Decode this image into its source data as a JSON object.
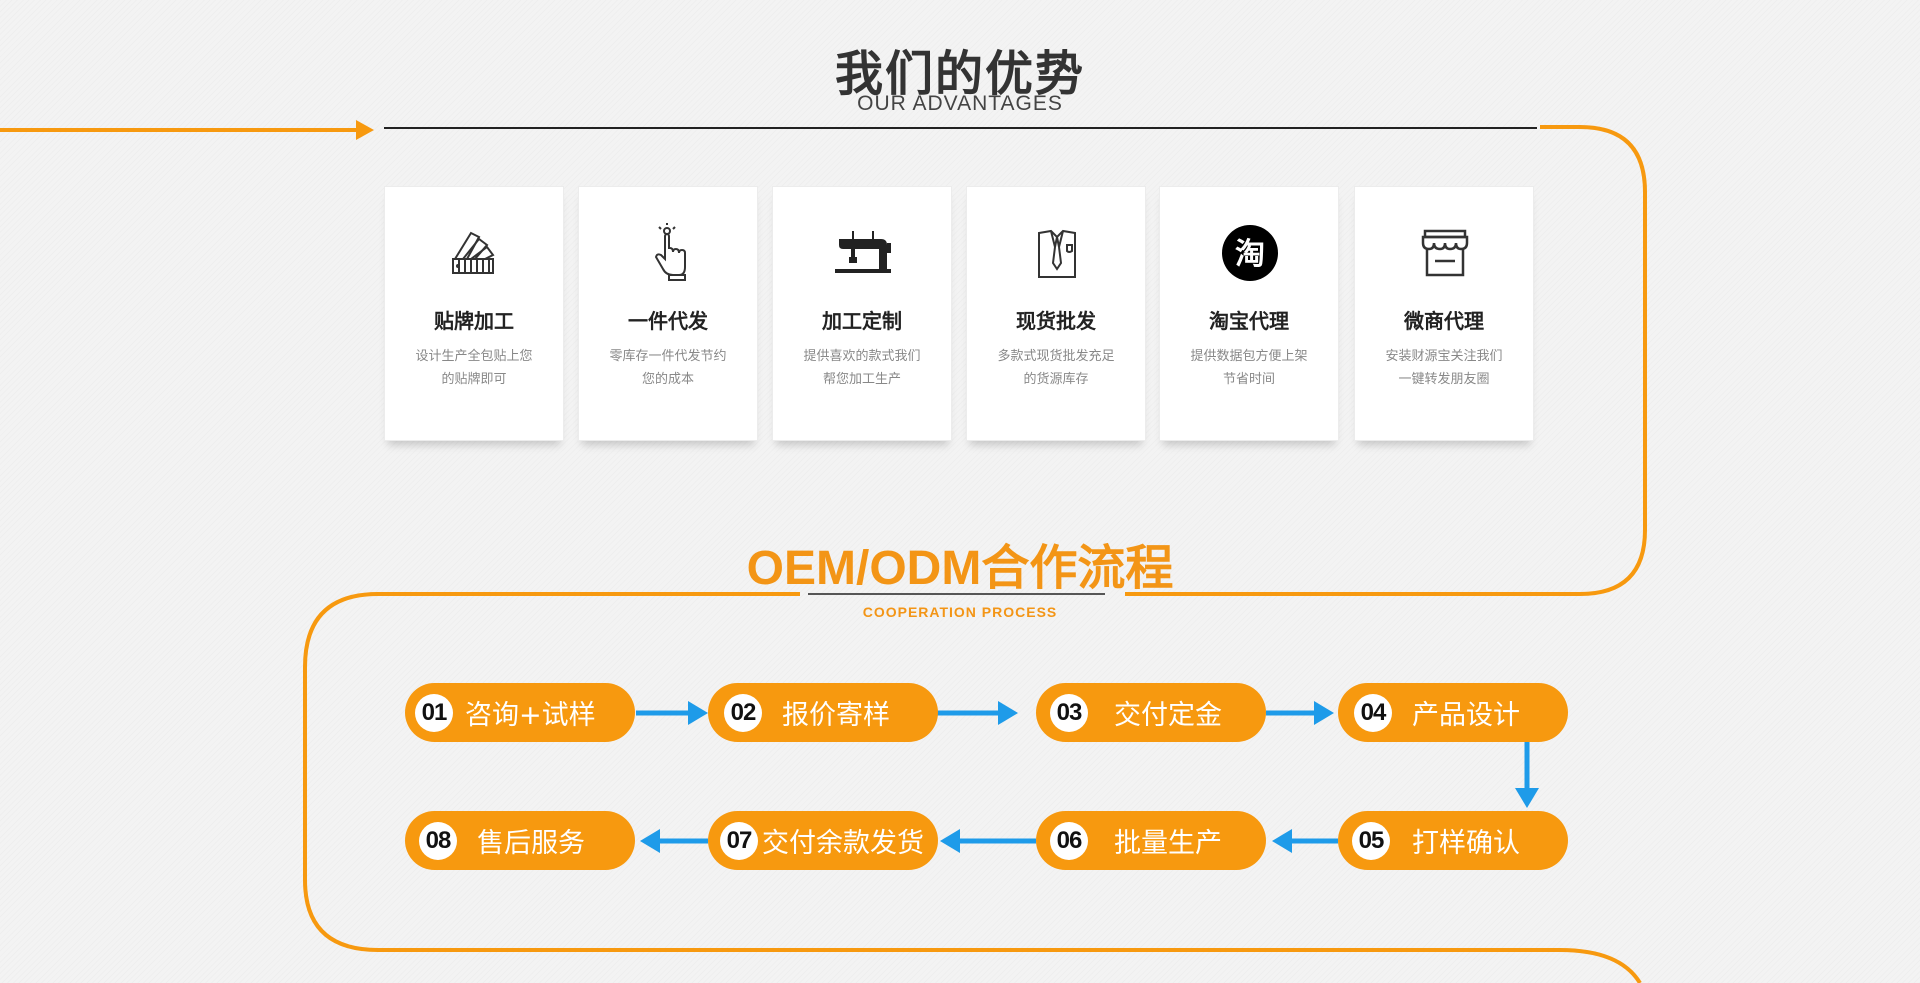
{
  "advantages": {
    "title": "我们的优势",
    "subtitle": "OUR ADVANTAGES",
    "items": [
      {
        "icon": "color-swatch-icon",
        "title": "贴牌加工",
        "desc": "设计生产全包贴上您的贴牌即可"
      },
      {
        "icon": "hand-pointer-icon",
        "title": "一件代发",
        "desc": "零库存一件代发节约您的成本"
      },
      {
        "icon": "sewing-machine-icon",
        "title": "加工定制",
        "desc": "提供喜欢的款式我们帮您加工生产"
      },
      {
        "icon": "shirt-icon",
        "title": "现货批发",
        "desc": "多款式现货批发充足的货源库存"
      },
      {
        "icon": "taobao-icon",
        "title": "淘宝代理",
        "desc": "提供数据包方便上架节省时间",
        "glyph": "淘"
      },
      {
        "icon": "shop-icon",
        "title": "微商代理",
        "desc": "安装财源宝关注我们一键转发朋友圈"
      }
    ]
  },
  "process": {
    "title": "OEM/ODM合作流程",
    "subtitle": "COOPERATION PROCESS",
    "steps": [
      {
        "num": "01",
        "label": "咨询+试样"
      },
      {
        "num": "02",
        "label": "报价寄样"
      },
      {
        "num": "03",
        "label": "交付定金"
      },
      {
        "num": "04",
        "label": "产品设计"
      },
      {
        "num": "05",
        "label": "打样确认"
      },
      {
        "num": "06",
        "label": "批量生产"
      },
      {
        "num": "07",
        "label": "交付余款发货"
      },
      {
        "num": "08",
        "label": "售后服务"
      }
    ]
  },
  "colors": {
    "accent": "#f7990f",
    "arrow": "#1e9be9",
    "text": "#333333"
  }
}
